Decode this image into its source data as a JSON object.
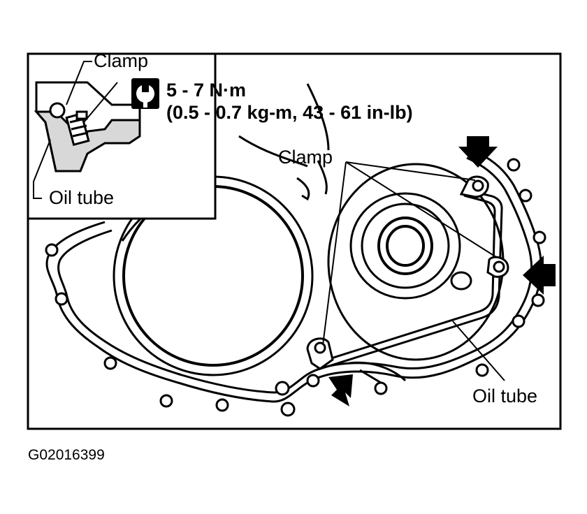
{
  "inset": {
    "clamp_label": "Clamp",
    "oil_tube_label": "Oil tube",
    "torque_icon": "torque-wrench-icon",
    "torque_line1": "5 - 7 N·m",
    "torque_line2": "(0.5 - 0.7 kg-m, 43 - 61 in-lb)"
  },
  "main": {
    "clamp_label": "Clamp",
    "oil_tube_label": "Oil tube"
  },
  "figure_code": "G02016399"
}
